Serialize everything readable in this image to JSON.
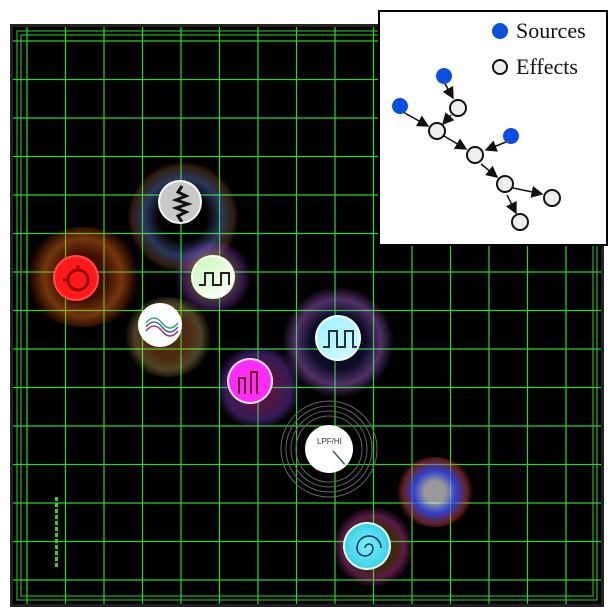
{
  "legend": {
    "sources_label": "Sources",
    "effects_label": "Effects"
  },
  "colors": {
    "grid": "#2bd42b",
    "source_dot": "#0a4fe0",
    "effect_dot": "#eeeeee"
  },
  "nodes": {
    "lp_hi_label": "LPF/HI"
  },
  "icons": {
    "noise": "noise-wave-icon",
    "square": "square-wave-icon",
    "ring": "ring-mod-icon",
    "sine": "sine-ripple-icon",
    "pulse": "pulse-icon",
    "filter": "lowpass-filter-icon",
    "spiral": "spiral-icon"
  }
}
